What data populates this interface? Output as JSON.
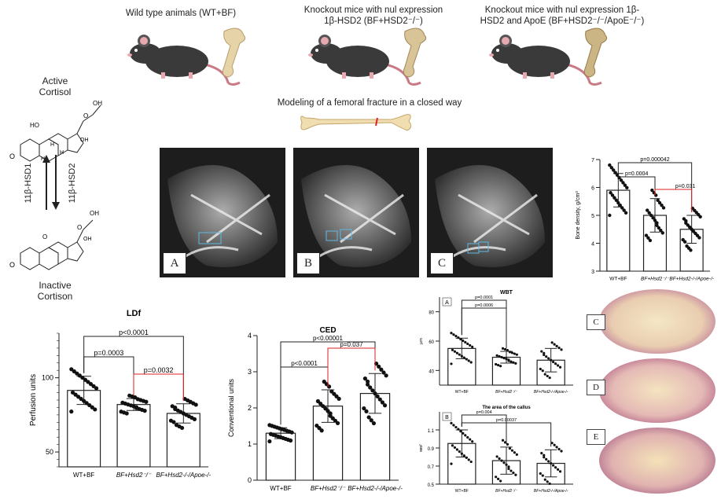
{
  "header": {
    "group1": "Wild type animals (WT+BF)",
    "group2_line1": "Knockout mice with nul expression",
    "group2_line2": "1β-HSD2 (BF+HSD2⁻/⁻)",
    "group3_line1": "Knockout mice with nul expression 1β-",
    "group3_line2": "HSD2 and ApoE (BF+HSD2⁻/⁻/ApoE⁻/⁻)",
    "modeling": "Modeling of a femoral fracture in a closed way"
  },
  "chemistry": {
    "active_line1": "Active",
    "active_line2": "Cortisol",
    "inactive_line1": "Inactive",
    "inactive_line2": "Cortison",
    "enzyme1": "11β-HSD1",
    "enzyme2": "11β-HSD2"
  },
  "xray_labels": [
    "A",
    "B",
    "C"
  ],
  "histo_labels": [
    "C",
    "D",
    "E"
  ],
  "chart_data": [
    {
      "type": "bar",
      "title": "",
      "ylabel": "Bone density, g/cm³",
      "categories": [
        "WT+BF",
        "BF+Hsd2⁻/⁻",
        "BF+Hsd2-/-/Apoe-/-"
      ],
      "values": [
        5.9,
        5.0,
        4.5
      ],
      "errors": [
        0.6,
        0.6,
        0.5
      ],
      "ylim": [
        3,
        7
      ],
      "yticks": [
        "3",
        "4",
        "5",
        "6",
        "7"
      ],
      "annotations": [
        "p=0.000042",
        "p=0.0004",
        "p=0.031"
      ]
    },
    {
      "type": "bar",
      "title": "LDf",
      "ylabel": "Perfusion units",
      "categories": [
        "WT+BF",
        "BF+Hsd2⁻/⁻",
        "BF+Hsd2-/-/Apoe-/-"
      ],
      "values": [
        91.5,
        82.0,
        76.0
      ],
      "errors": [
        9.5,
        4.0,
        6.5
      ],
      "ylim": [
        40,
        130
      ],
      "yticks": [
        "50",
        "100"
      ],
      "annotations": [
        "p<0.0001",
        "p=0.0003",
        "p=0.0032"
      ]
    },
    {
      "type": "bar",
      "title": "CED",
      "ylabel": "Conventional units",
      "categories": [
        "WT+BF",
        "BF+Hsd2⁻/⁻",
        "BF+Hsd2-/-/Apoe-/-"
      ],
      "values": [
        1.3,
        2.05,
        2.4
      ],
      "errors": [
        0.15,
        0.45,
        0.55
      ],
      "ylim": [
        0,
        4
      ],
      "yticks": [
        "0",
        "1",
        "2",
        "3",
        "4"
      ],
      "annotations": [
        "p<0.00001",
        "p<0.0001",
        "p=0.037"
      ]
    },
    {
      "type": "bar",
      "title": "WBT",
      "panel": "A",
      "ylabel": "µm",
      "categories": [
        "WT+BF",
        "BF+Hsd2⁻/⁻",
        "BF+Hsd2-/-/Apoe-/-"
      ],
      "values": [
        55,
        49,
        47
      ],
      "errors": [
        7,
        4,
        8
      ],
      "ylim": [
        30,
        90
      ],
      "yticks": [
        "40",
        "60",
        "80"
      ],
      "annotations": [
        "p=0.0001",
        "p=0.0006"
      ]
    },
    {
      "type": "bar",
      "title": "The area of the callus",
      "panel": "B",
      "ylabel": "мм²",
      "categories": [
        "WT+BF",
        "BF+Hsd2⁻/⁻",
        "BF+Hsd2-/-/Apoe-/-"
      ],
      "values": [
        0.95,
        0.76,
        0.73
      ],
      "errors": [
        0.15,
        0.15,
        0.15
      ],
      "ylim": [
        0.5,
        1.3
      ],
      "yticks": [
        "0.5",
        "0.7",
        "0.9",
        "1.1"
      ],
      "annotations": [
        "p=0.004",
        "p=0.00037"
      ]
    }
  ]
}
